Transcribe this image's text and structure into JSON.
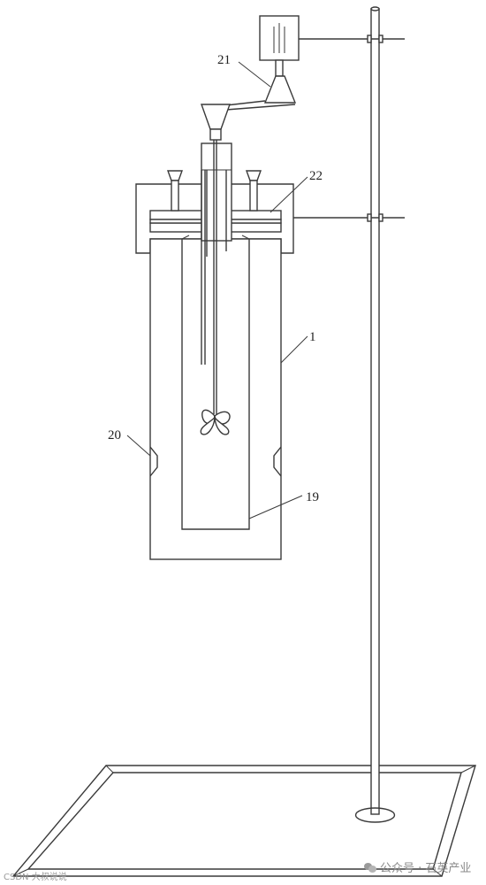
{
  "labels": {
    "motor": "21",
    "lid": "22",
    "vessel": "1",
    "side_port": "20",
    "inner_tube": "19"
  },
  "watermark": {
    "left": "CSDN 大叔说说",
    "right": "公众号 · 石英产业"
  },
  "colors": {
    "line": "#3a3a3a",
    "background": "#ffffff",
    "watermark": "#8a8a8a"
  }
}
